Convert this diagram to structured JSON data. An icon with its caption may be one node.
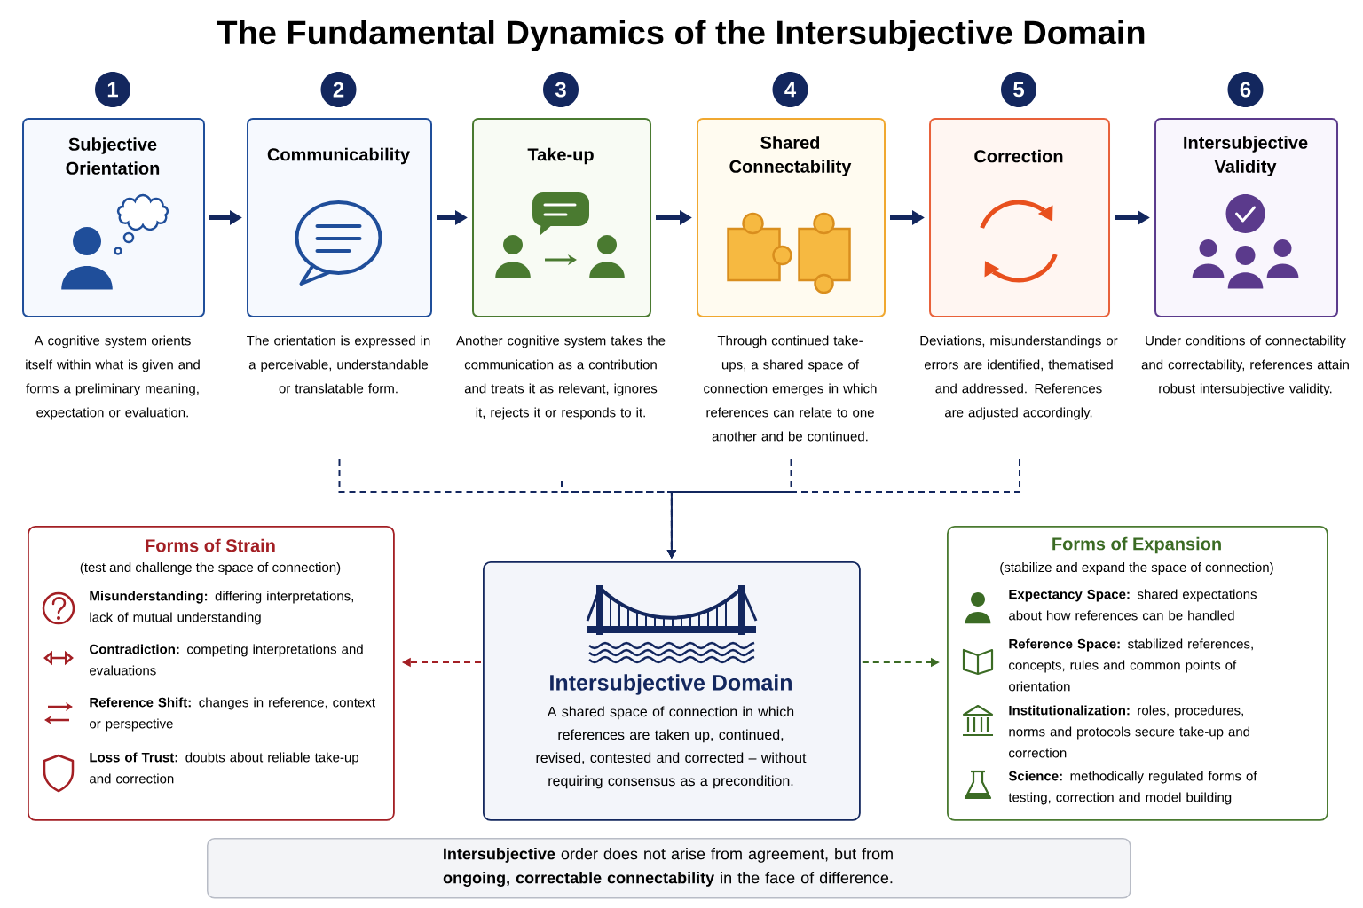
{
  "diagram": {
    "title": "The Fundamental Dynamics of the Intersubjective Domain",
    "nodes": [
      {
        "text": [
          "1",
          "Subjective Orientation"
        ],
        "beside": [
          "A cognitive system orients itself within what is given and forms a preliminary meaning, expectation or evaluation."
        ]
      },
      {
        "text": [
          "2",
          "Communicability"
        ],
        "beside": [
          "The orientation is expressed in a perceivable, understandable or translatable form."
        ]
      },
      {
        "text": [
          "3",
          "Take-up"
        ],
        "beside": [
          "Another cognitive system takes the communication as a contribution and treats it as relevant, ignores it, rejects it or responds to it."
        ]
      },
      {
        "text": [
          "4",
          "Shared Connectability"
        ],
        "beside": [
          "Through continued take-ups, a shared space of connection emerges in which references can relate to one another and be continued."
        ]
      },
      {
        "text": [
          "5",
          "Correction"
        ],
        "beside": [
          "Deviations, misunderstandings or errors are identified, thematised and addressed. References are adjusted accordingly."
        ]
      },
      {
        "text": [
          "6",
          "Intersubjective Validity"
        ],
        "beside": [
          "Under conditions of connectability and correctability, references attain robust intersubjective validity."
        ]
      },
      {
        "text": [
          "Forms of Strain",
          "(test and challenge the space of connection)",
          "**Misunderstanding:** differing interpretations, lack of mutual understanding",
          "**Contradiction:** competing interpretations and evaluations",
          "**Reference Shift:** changes in reference, context or perspective",
          "**Loss of Trust:** doubts about reliable take-up and correction"
        ]
      },
      {
        "text": [
          "Intersubjective Domain",
          "A shared space of connection in which references are taken up, continued, revised, contested and corrected – without requiring consensus as a precondition."
        ]
      },
      {
        "text": [
          "Forms of Expansion",
          "(stabilize and expand the space of connection)",
          "**Expectancy Space:** shared expectations about how references can be handled",
          "**Reference Space:** stabilized references, concepts, rules and common points of orientation",
          "**Institutionalization:** roles, procedures, norms and protocols secure take-up and correction",
          "**Science:** methodically regulated forms of testing, correction and model building"
        ]
      },
      {
        "text": [
          "**Intersubjective** order does not arise from agreement, but from **ongoing, correctable connectability** in the face of difference."
        ]
      }
    ],
    "edges": [
      {
        "from": 0,
        "to": 1,
        "arrow": "to",
        "style": "thick"
      },
      {
        "from": 1,
        "to": 2,
        "arrow": "to",
        "style": "thick"
      },
      {
        "from": 2,
        "to": 3,
        "arrow": "to",
        "style": "thick"
      },
      {
        "from": 3,
        "to": 4,
        "arrow": "to",
        "style": "thick"
      },
      {
        "from": 4,
        "to": 5,
        "arrow": "to",
        "style": "thick"
      },
      {
        "from": 1,
        "to": 7,
        "arrow": "to",
        "style": "dashed"
      },
      {
        "from": 2,
        "to": 7,
        "arrow": "to",
        "style": "dashed"
      },
      {
        "from": 3,
        "to": 7,
        "arrow": "to",
        "style": "dashed"
      },
      {
        "from": 4,
        "to": 7,
        "arrow": "to",
        "style": "dashed"
      },
      {
        "from": 7,
        "to": 6,
        "arrow": "to",
        "style": "dashed",
        "color": "#a31f24"
      },
      {
        "from": 7,
        "to": 8,
        "arrow": "to",
        "style": "dashed",
        "color": "#3b6b24"
      }
    ]
  }
}
